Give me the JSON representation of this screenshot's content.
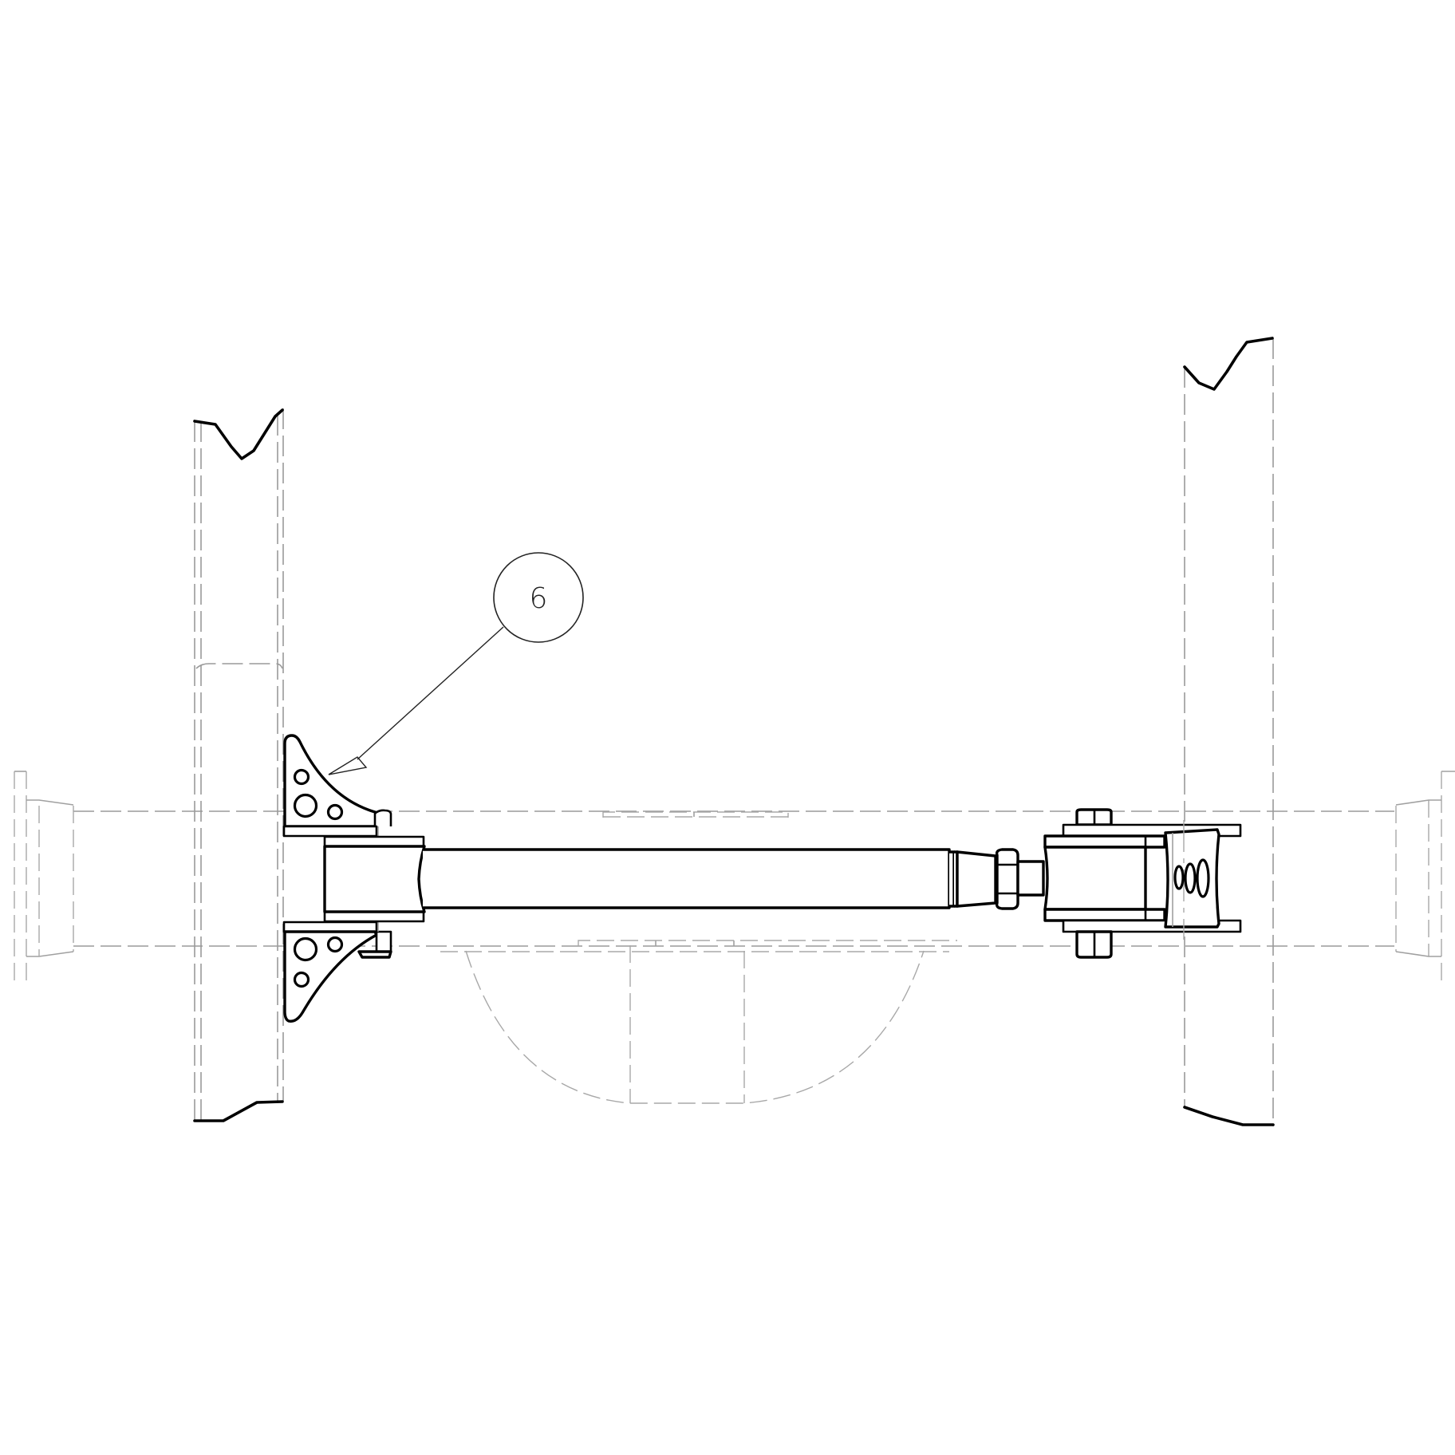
{
  "drawing": {
    "type": "technical assembly drawing",
    "view": "top view - rear axle with adjustable panhard / track bar",
    "background_color": "#ffffff",
    "line_color": "#000000",
    "hidden_line_color": "#9a9a9a"
  },
  "callouts": [
    {
      "id": "balloon-6",
      "label": "6",
      "points_to": "upper frame bracket"
    }
  ],
  "components": [
    {
      "name": "left-frame-rail",
      "style": "phantom"
    },
    {
      "name": "right-frame-rail",
      "style": "phantom"
    },
    {
      "name": "axle-housing",
      "style": "phantom"
    },
    {
      "name": "differential-cover",
      "style": "phantom"
    },
    {
      "name": "left-axle-flange",
      "style": "phantom"
    },
    {
      "name": "right-axle-flange",
      "style": "phantom"
    },
    {
      "name": "upper-frame-bracket",
      "style": "solid"
    },
    {
      "name": "lower-frame-bracket",
      "style": "solid"
    },
    {
      "name": "left-bushing-end",
      "style": "solid"
    },
    {
      "name": "bar-tube",
      "style": "solid"
    },
    {
      "name": "jam-nut",
      "style": "solid"
    },
    {
      "name": "right-bushing-end",
      "style": "solid"
    },
    {
      "name": "axle-mount-bracket",
      "style": "solid"
    }
  ]
}
